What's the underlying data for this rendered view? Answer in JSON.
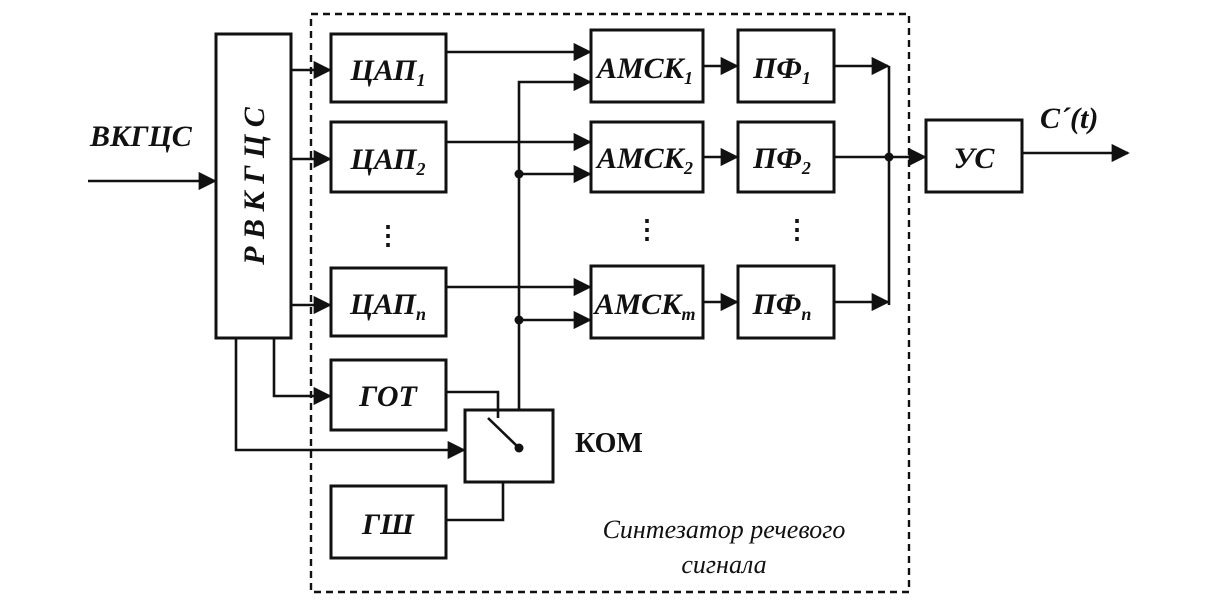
{
  "input_label": "ВКГЦС",
  "output_label": "C´(t)",
  "rvkgcs_label": "Р В К Г Ц С",
  "dac": [
    {
      "base": "ЦАП",
      "sub": "1"
    },
    {
      "base": "ЦАП",
      "sub": "2"
    },
    {
      "base": "ЦАП",
      "sub": "n"
    }
  ],
  "amsk": [
    {
      "base": "АМСК",
      "sub": "1"
    },
    {
      "base": "АМСК",
      "sub": "2"
    },
    {
      "base": "АМСК",
      "sub": "m"
    }
  ],
  "pf": [
    {
      "base": "ПФ",
      "sub": "1"
    },
    {
      "base": "ПФ",
      "sub": "2"
    },
    {
      "base": "ПФ",
      "sub": "n"
    }
  ],
  "us_label": "УС",
  "got_label": "ГОТ",
  "gsh_label": "ГШ",
  "kom_label": "КОМ",
  "ellipsis": "⋮",
  "synth_caption_line1": "Синтезатор речевого",
  "synth_caption_line2": "сигнала"
}
